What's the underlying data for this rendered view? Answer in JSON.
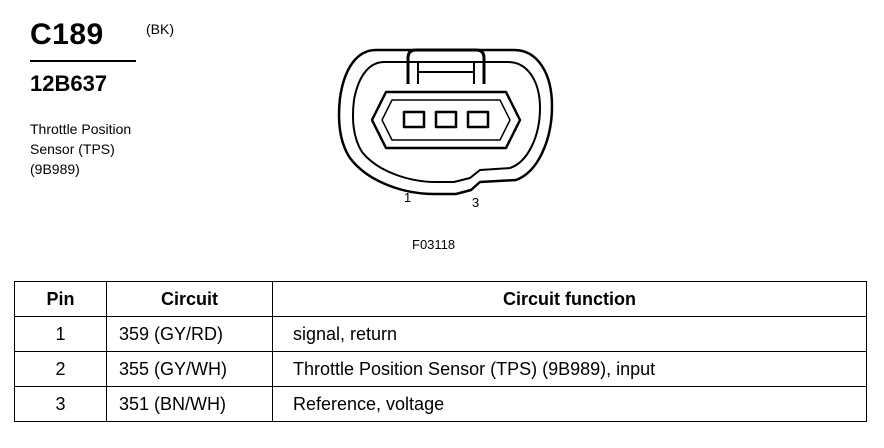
{
  "header": {
    "connector_id": "C189",
    "color_code": "(BK)",
    "part_number": "12B637",
    "description_lines": [
      "Throttle Position",
      "Sensor (TPS)",
      "(9B989)"
    ]
  },
  "diagram": {
    "pin_labels": [
      "1",
      "3"
    ],
    "figure_id": "F03118"
  },
  "table": {
    "headers": [
      "Pin",
      "Circuit",
      "Circuit function"
    ],
    "rows": [
      {
        "pin": "1",
        "circuit": "359 (GY/RD)",
        "function": "signal, return"
      },
      {
        "pin": "2",
        "circuit": "355 (GY/WH)",
        "function": "Throttle Position Sensor (TPS) (9B989), input"
      },
      {
        "pin": "3",
        "circuit": "351 (BN/WH)",
        "function": "Reference, voltage"
      }
    ]
  }
}
